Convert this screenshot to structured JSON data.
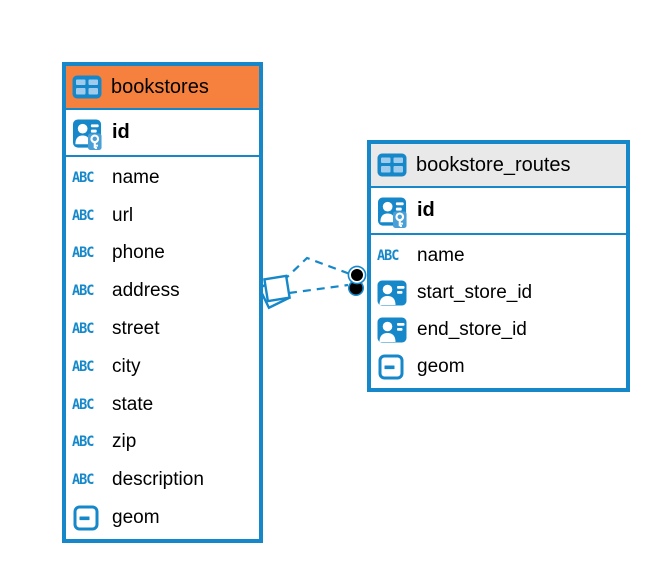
{
  "colors": {
    "accent_blue": "#1688c9",
    "bookstores_header_bg": "#f6813e",
    "routes_header_bg": "#e9e9e9",
    "row_bg": "#ffffff",
    "text": "#000000",
    "relationship_line": "#1688c9"
  },
  "icons": {
    "text_type_label": "ABC",
    "table_icon": "table-grid-icon",
    "primary_key_icon": "person-key-icon",
    "foreign_ref_icon": "person-card-icon",
    "object_type_icon": "dash-box-icon"
  },
  "tables": [
    {
      "name": "bookstores",
      "primary_key": "id",
      "columns": [
        {
          "name": "name",
          "type": "text"
        },
        {
          "name": "url",
          "type": "text"
        },
        {
          "name": "phone",
          "type": "text"
        },
        {
          "name": "address",
          "type": "text"
        },
        {
          "name": "street",
          "type": "text"
        },
        {
          "name": "city",
          "type": "text"
        },
        {
          "name": "state",
          "type": "text"
        },
        {
          "name": "zip",
          "type": "text"
        },
        {
          "name": "description",
          "type": "text"
        },
        {
          "name": "geom",
          "type": "object"
        }
      ]
    },
    {
      "name": "bookstore_routes",
      "primary_key": "id",
      "columns": [
        {
          "name": "name",
          "type": "text"
        },
        {
          "name": "start_store_id",
          "type": "reference"
        },
        {
          "name": "end_store_id",
          "type": "reference"
        },
        {
          "name": "geom",
          "type": "object"
        }
      ]
    }
  ],
  "relationship": {
    "from_table": "bookstores",
    "to_table": "bookstore_routes",
    "style": "dashed"
  }
}
